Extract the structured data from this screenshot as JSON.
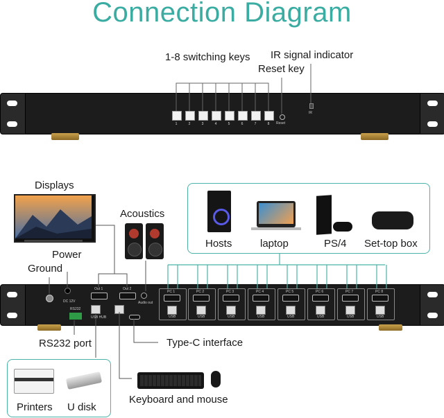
{
  "title": "Connection Diagram",
  "front_panel": {
    "label_switch_keys": "1-8 switching keys",
    "label_ir": "IR signal indicator",
    "label_reset": "Reset key",
    "keys": [
      "1",
      "2",
      "3",
      "4",
      "5",
      "6",
      "7",
      "8"
    ],
    "reset_text": "Reset",
    "ir_text": "IR"
  },
  "rear_panel": {
    "dc_text": "DC 12V",
    "rs232_text": "RS232",
    "out1_text": "Out 1",
    "out2_text": "Out 2",
    "audio_text": "Audio out",
    "usbhub_text": "USB HUB",
    "pc_labels": [
      "PC 1",
      "PC 2",
      "PC 3",
      "PC 4",
      "PC 5",
      "PC 6",
      "PC 7",
      "PC 8"
    ],
    "usb_text": "USB"
  },
  "labels": {
    "displays": "Displays",
    "acoustics": "Acoustics",
    "power": "Power",
    "ground": "Ground",
    "rs232_port": "RS232 port",
    "typec": "Type-C interface",
    "keyboard_mouse": "Keyboard and mouse",
    "printers": "Printers",
    "udisk": "U disk"
  },
  "devices": [
    "Hosts",
    "laptop",
    "PS/4",
    "Set-top box"
  ]
}
